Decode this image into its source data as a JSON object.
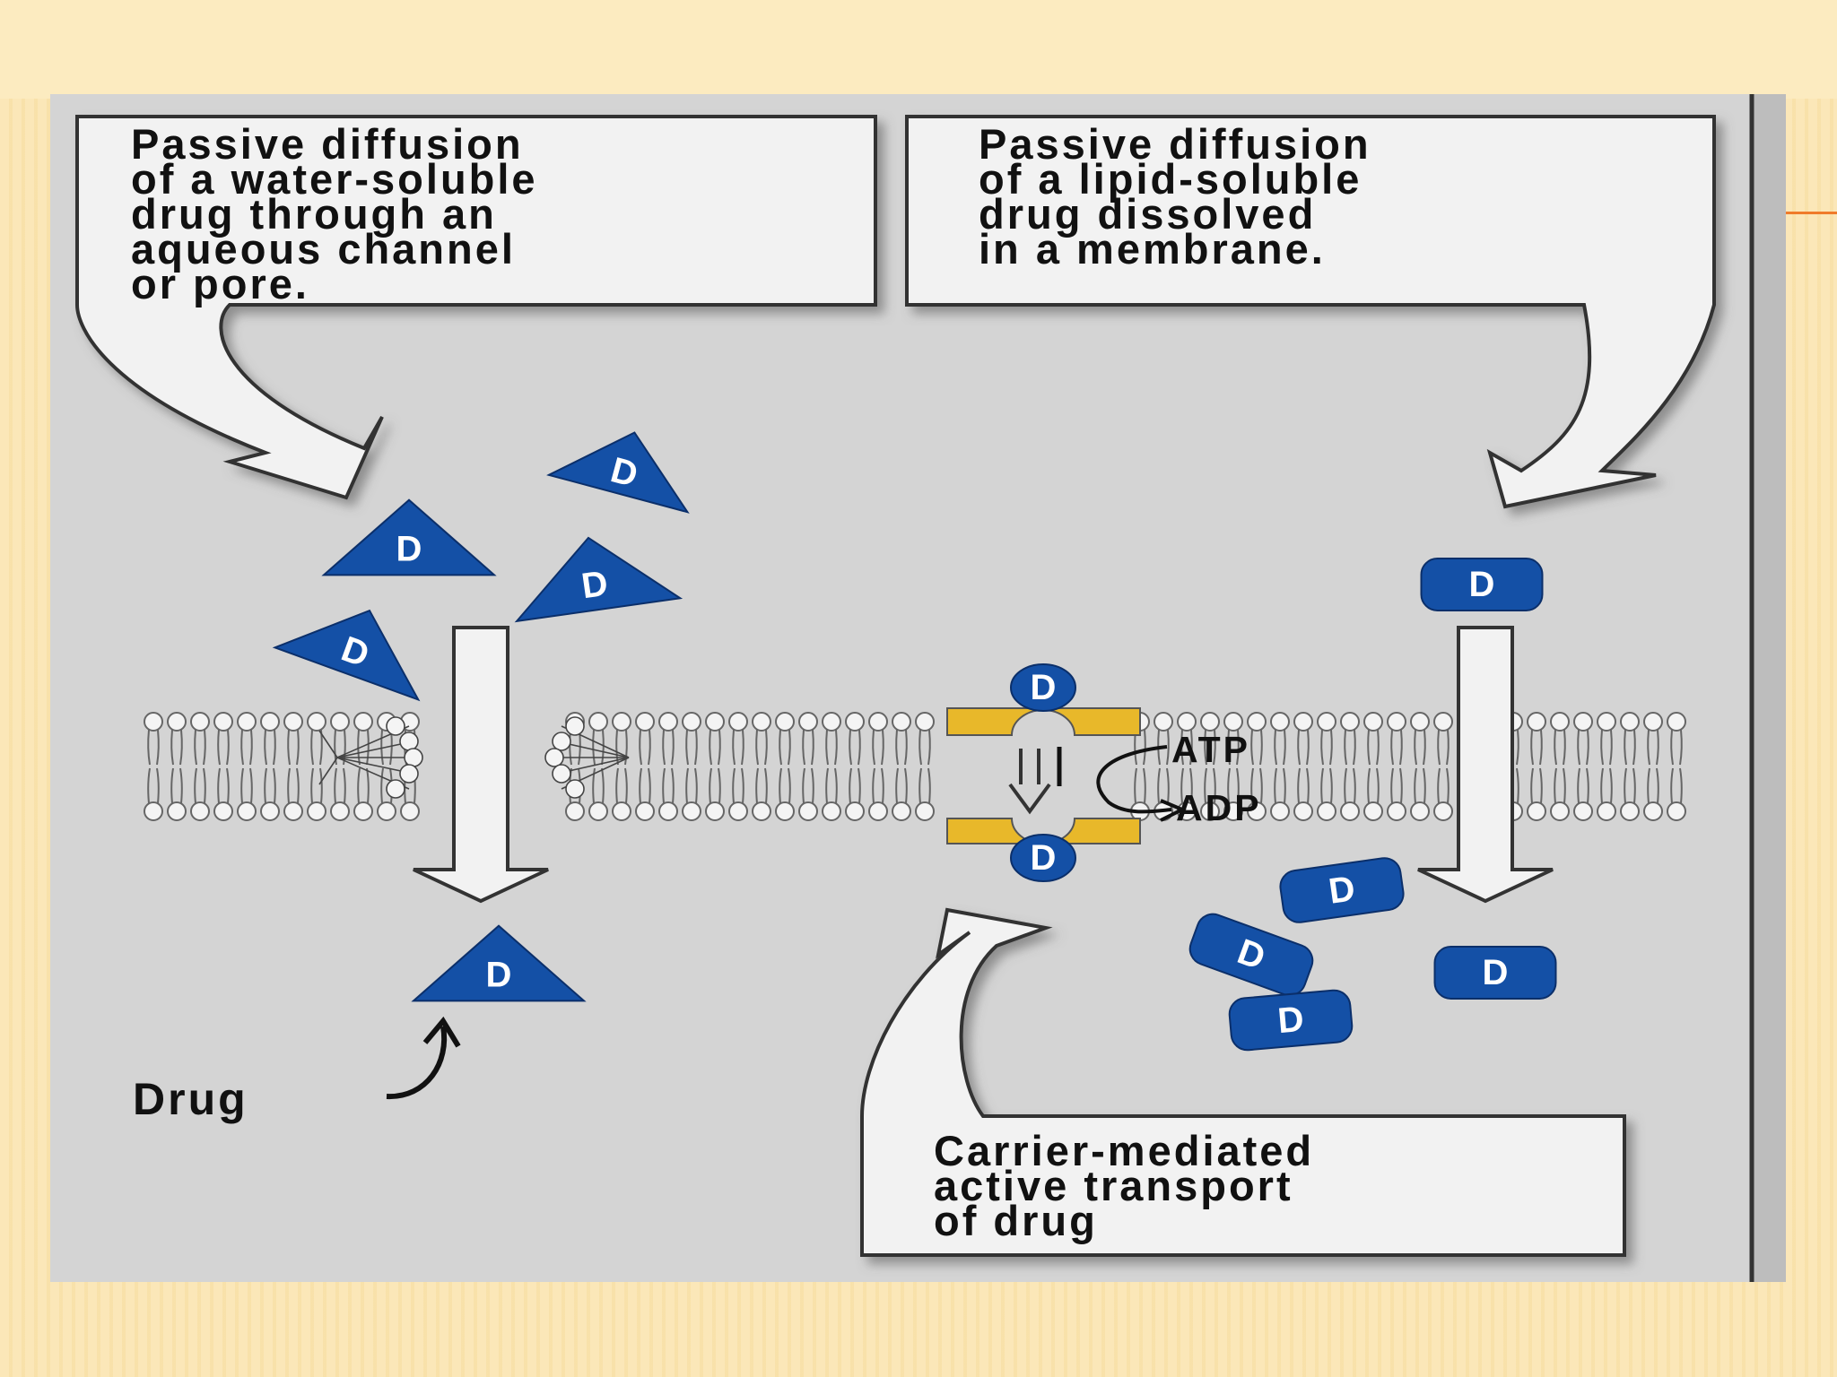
{
  "figure": {
    "box_water": {
      "lines": [
        "Passive diffusion",
        "of a water-soluble",
        "drug through an",
        "aqueous channel",
        "or pore."
      ]
    },
    "box_lipid": {
      "lines": [
        "Passive diffusion",
        "of a lipid-soluble",
        "drug dissolved",
        "in a membrane."
      ]
    },
    "box_carrier": {
      "lines": [
        "Carrier-mediated",
        "active transport",
        "of drug"
      ]
    },
    "atp_label": "ATP",
    "adp_label": "ADP",
    "drug_label": "Drug",
    "molecule_letter": "D",
    "colors": {
      "molecule_blue": "#1450a6",
      "carrier_yellow": "#e8b82a",
      "panel_gray": "#d4d4d4",
      "slide_background": "#fbe7b8",
      "accent_orange": "#f07b2a"
    }
  }
}
